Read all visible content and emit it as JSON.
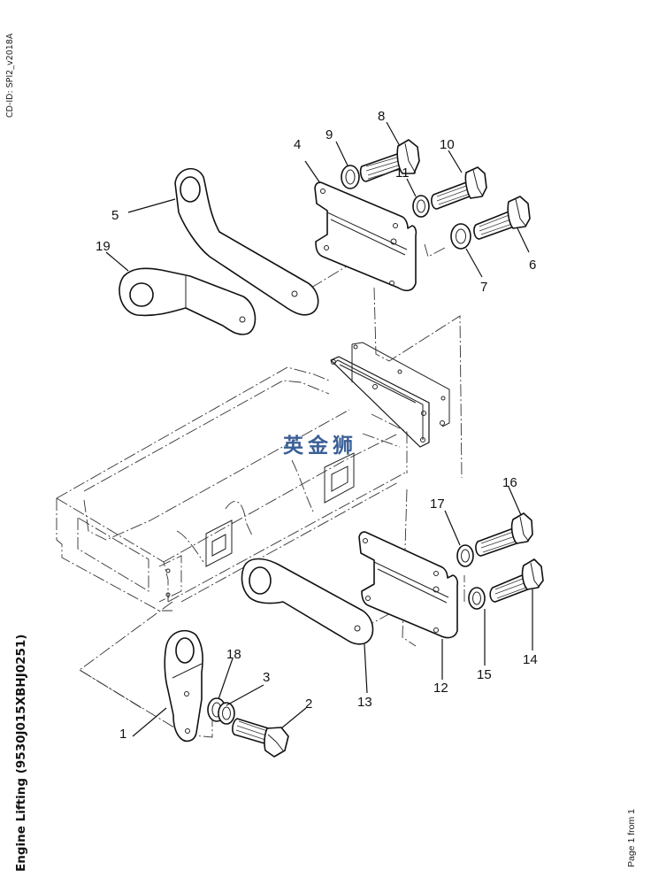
{
  "document": {
    "cd_id": "CD-ID: SPI2_v2018A",
    "title": "Engine Lifting (9530J015XBHJ0251)",
    "page_indicator": "Page 1 from 1",
    "watermark": "英金狮"
  },
  "callouts": [
    {
      "id": "1",
      "part": "front-lifting-eye"
    },
    {
      "id": "2",
      "part": "bolt"
    },
    {
      "id": "3",
      "part": "washer"
    },
    {
      "id": "4",
      "part": "rear-bracket"
    },
    {
      "id": "5",
      "part": "rear-lifting-eye"
    },
    {
      "id": "6",
      "part": "bolt"
    },
    {
      "id": "7",
      "part": "spring-washer"
    },
    {
      "id": "8",
      "part": "bolt"
    },
    {
      "id": "9",
      "part": "spring-washer"
    },
    {
      "id": "10",
      "part": "bolt"
    },
    {
      "id": "11",
      "part": "spring-washer"
    },
    {
      "id": "12",
      "part": "front-bracket"
    },
    {
      "id": "13",
      "part": "lifting-arm"
    },
    {
      "id": "14",
      "part": "bolt"
    },
    {
      "id": "15",
      "part": "spring-washer"
    },
    {
      "id": "16",
      "part": "bolt"
    },
    {
      "id": "17",
      "part": "spring-washer"
    },
    {
      "id": "18",
      "part": "spring-washer"
    },
    {
      "id": "19",
      "part": "lifting-eye"
    }
  ]
}
